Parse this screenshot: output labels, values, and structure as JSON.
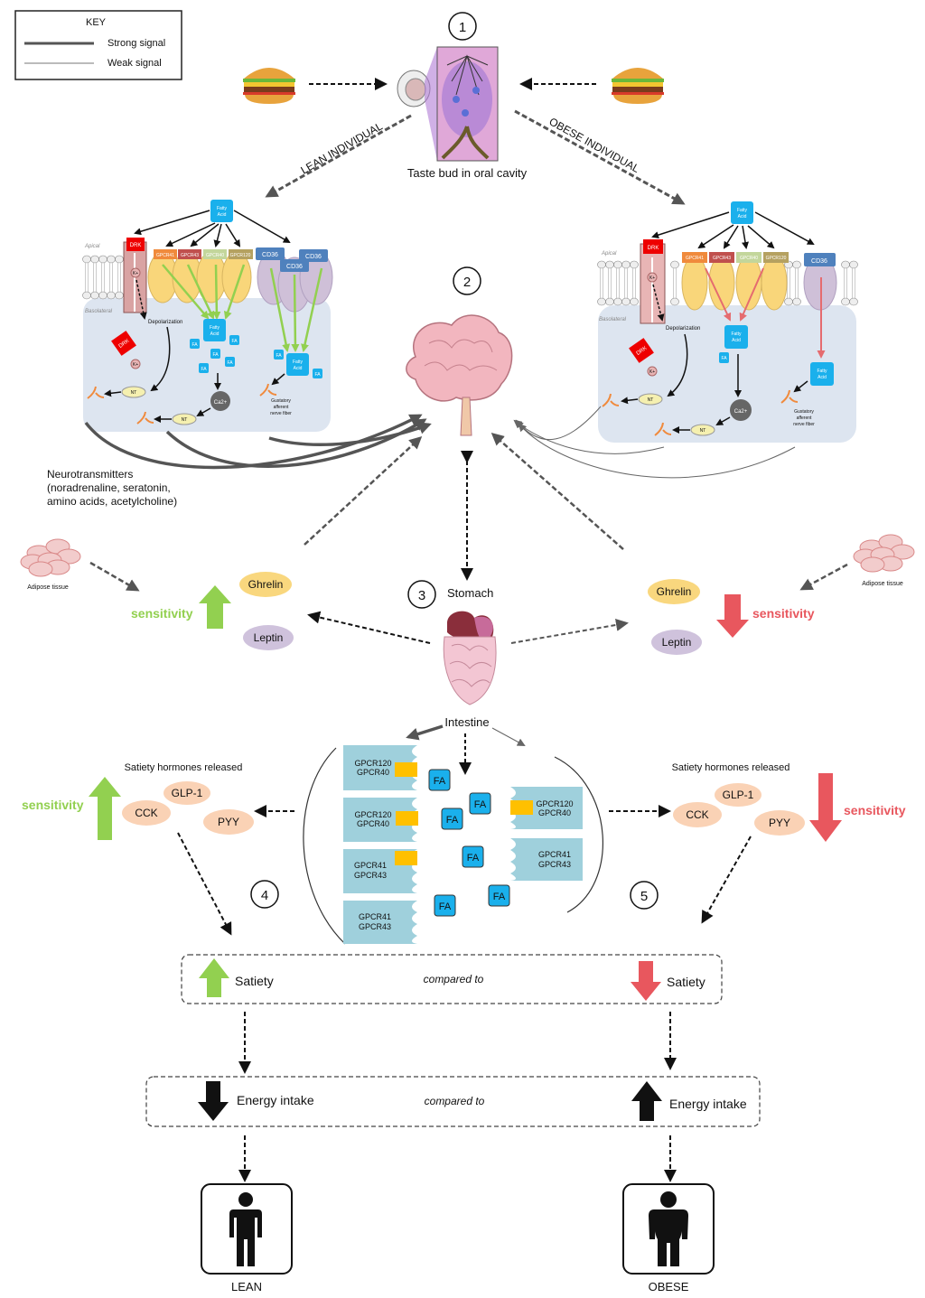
{
  "key": {
    "title": "KEY",
    "strong": "Strong signal",
    "weak": "Weak signal"
  },
  "steps": [
    "1",
    "2",
    "3",
    "4",
    "5"
  ],
  "top": {
    "taste_bud_label": "Taste bud in oral cavity",
    "lean_label": "LEAN INDIVIDUAL",
    "obese_label": "OBESE INDIVIDUAL"
  },
  "cell": {
    "apical": "Apical",
    "basolateral": "Basolateral",
    "fatty": "Fatty",
    "acid": "Acid",
    "drk": "DRK",
    "k": "K+",
    "gpcr41": "GPCR41",
    "gpcr43": "GPCR43",
    "gpcr40": "GPCR40",
    "gpcr120": "GPCR120",
    "cd36": "CD36",
    "depolarization": "Depolarization",
    "nt": "NT",
    "fa": "FA",
    "ca": "Ca2+",
    "nerve1": "Gustatory",
    "nerve2": "afferent",
    "nerve3": "nerve fiber"
  },
  "neurotransmitters": [
    "Neurotransmitters",
    "(noradrenaline, seratonin,",
    "amino acids, acetylcholine)"
  ],
  "hormones": {
    "adipose": "Adipose tissue",
    "sensitivity": "sensitivity",
    "ghrelin": "Ghrelin",
    "leptin": "Leptin",
    "stomach": "Stomach",
    "intestine": "Intestine",
    "satiety_released": "Satiety hormones released",
    "glp1": "GLP-1",
    "cck": "CCK",
    "pyy": "PYY"
  },
  "intestine": {
    "left_receptors": [
      [
        "GPCR120",
        "GPCR40"
      ],
      [
        "GPCR120",
        "GPCR40"
      ],
      [
        "GPCR41",
        "GPCR43"
      ],
      [
        "GPCR41",
        "GPCR43"
      ]
    ],
    "right_receptors": [
      [
        "GPCR120",
        "GPCR40"
      ],
      [
        "GPCR41",
        "GPCR43"
      ]
    ],
    "fa": "FA"
  },
  "outcome": {
    "satiety": "Satiety",
    "compared_to": "compared to",
    "energy_intake": "Energy intake",
    "lean": "LEAN",
    "obese": "OBESE"
  },
  "colors": {
    "lean_green": "#92d050",
    "obese_red": "#e8575e",
    "fatty_acid_blue": "#1ab0ec",
    "cell_bg": "#dde5f0",
    "ghrelin": "#f9d77e",
    "leptin": "#cfc2dc",
    "satiety_hormone": "#fad2b5",
    "receptor_cell": "#9fd0dc"
  }
}
